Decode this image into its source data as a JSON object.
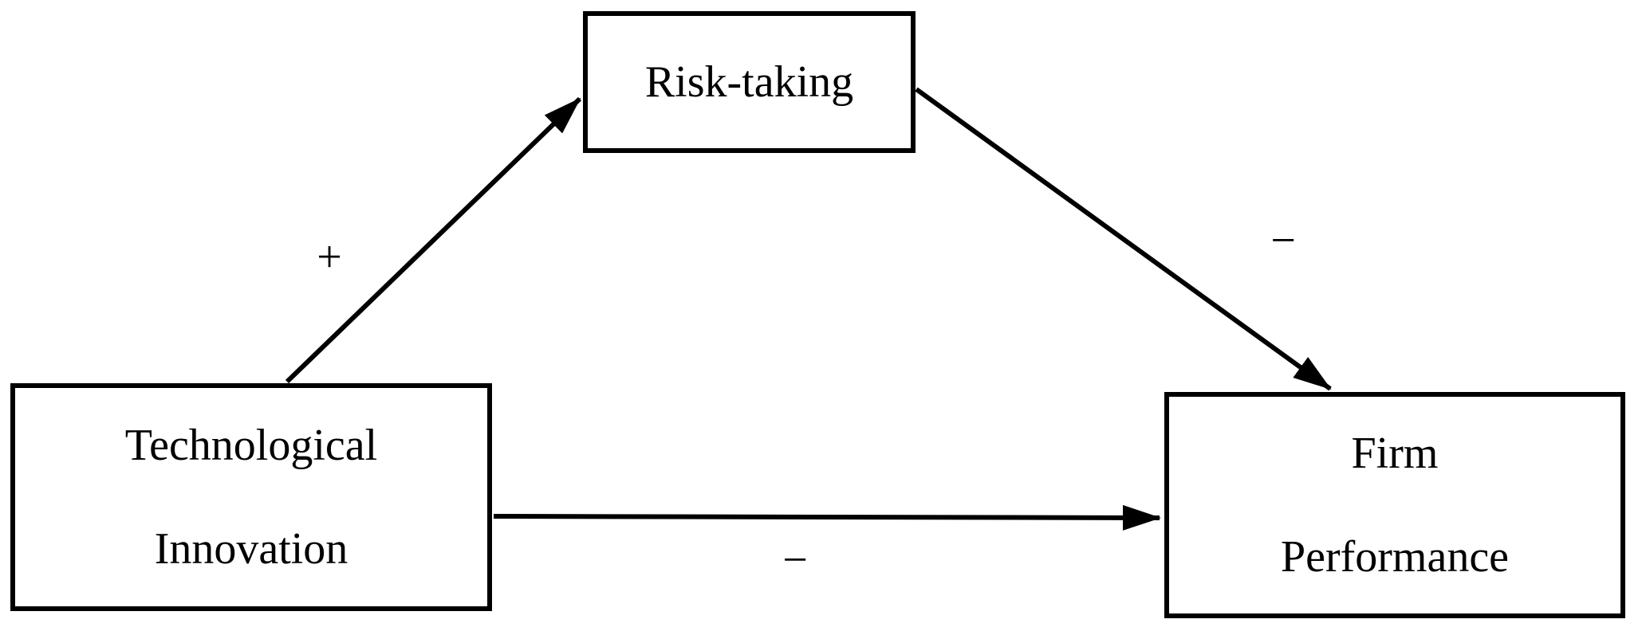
{
  "figure": {
    "type": "mediation-model-diagram",
    "background_color": "#ffffff",
    "line_color": "#000000"
  },
  "nodes": {
    "technological_innovation": {
      "lines": [
        "Technological",
        "Innovation"
      ]
    },
    "risk_taking": {
      "lines": [
        "Risk-taking"
      ]
    },
    "firm_performance": {
      "lines": [
        "Firm",
        "Performance"
      ]
    }
  },
  "edges": {
    "ti_rt": {
      "from": "Technological Innovation",
      "to": "Risk-taking",
      "sign": "positive",
      "label": "+"
    },
    "rt_fp": {
      "from": "Risk-taking",
      "to": "Firm Performance",
      "sign": "negative",
      "label": "−"
    },
    "ti_fp": {
      "from": "Technological Innovation",
      "to": "Firm Performance",
      "sign": "negative",
      "label": "−"
    }
  }
}
